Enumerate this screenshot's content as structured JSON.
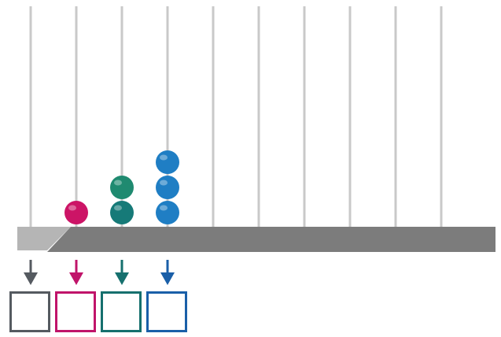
{
  "abacus": {
    "rods_total": 10,
    "bead_counts": [
      0,
      1,
      2,
      3
    ],
    "place_colors": [
      "#555a60",
      "#c0146a",
      "#16706e",
      "#1a5fa8"
    ],
    "bead_colors": [
      [],
      [
        "#cc1466"
      ],
      [
        "#167a78",
        "#1f8a70"
      ],
      [
        "#1f7ec4",
        "#1f7ec4",
        "#1f7ec4"
      ]
    ],
    "rod_color": "#c9c9c9",
    "base_color": "#7c7c7c"
  },
  "answer_boxes": [
    {
      "value": ""
    },
    {
      "value": ""
    },
    {
      "value": ""
    },
    {
      "value": ""
    }
  ]
}
